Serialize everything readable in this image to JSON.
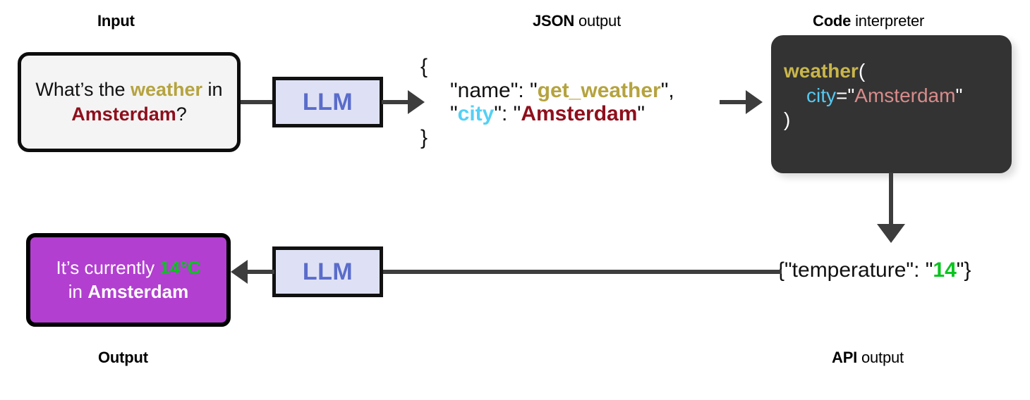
{
  "headers": {
    "input": {
      "bold": "Input",
      "light": ""
    },
    "json_output": {
      "bold": "JSON",
      "light": " output"
    },
    "code_interpreter": {
      "bold": "Code",
      "light": " interpreter"
    },
    "output": {
      "bold": "Output",
      "light": ""
    },
    "api_output": {
      "bold": "API",
      "light": " output"
    }
  },
  "input_box": {
    "prefix": "What’s the ",
    "keyword": "weather",
    "middle": " in ",
    "city": "Amsterdam",
    "suffix": "?"
  },
  "llm_top": {
    "label": "LLM"
  },
  "llm_bottom": {
    "label": "LLM"
  },
  "json_output": {
    "open_brace": "{",
    "line1_key": "\"name\": \"",
    "line1_value": "get_weather",
    "line1_tail": "\",",
    "line2_q1": "\"",
    "line2_key": "city",
    "line2_mid": "\": \"",
    "line2_value": "Amsterdam",
    "line2_tail": "\"",
    "close_brace": "}"
  },
  "code_interpreter": {
    "line1_fn": "weather",
    "line1_punct": "(",
    "line2_kw": "city",
    "line2_eq": "=\"",
    "line2_str": "Amsterdam",
    "line2_endq": "\"",
    "line3": ")"
  },
  "output_box": {
    "prefix": "It’s currently ",
    "temperature": "14°C",
    "middle": "in ",
    "city": "Amsterdam"
  },
  "api_output": {
    "prefix": "{\"temperature\": \"",
    "value": "14",
    "suffix": "\"}"
  },
  "colors": {
    "accent_yellow": "#b5a33f",
    "accent_red": "#8e0f1c",
    "accent_cyan": "#55d0f5",
    "accent_green": "#0ac41f",
    "accent_purple": "#b23fd0",
    "llm_blue": "#5a6ccb",
    "llm_bg": "#dee1f5",
    "code_bg": "#333333",
    "arrow_gray": "#3d3d3d"
  }
}
